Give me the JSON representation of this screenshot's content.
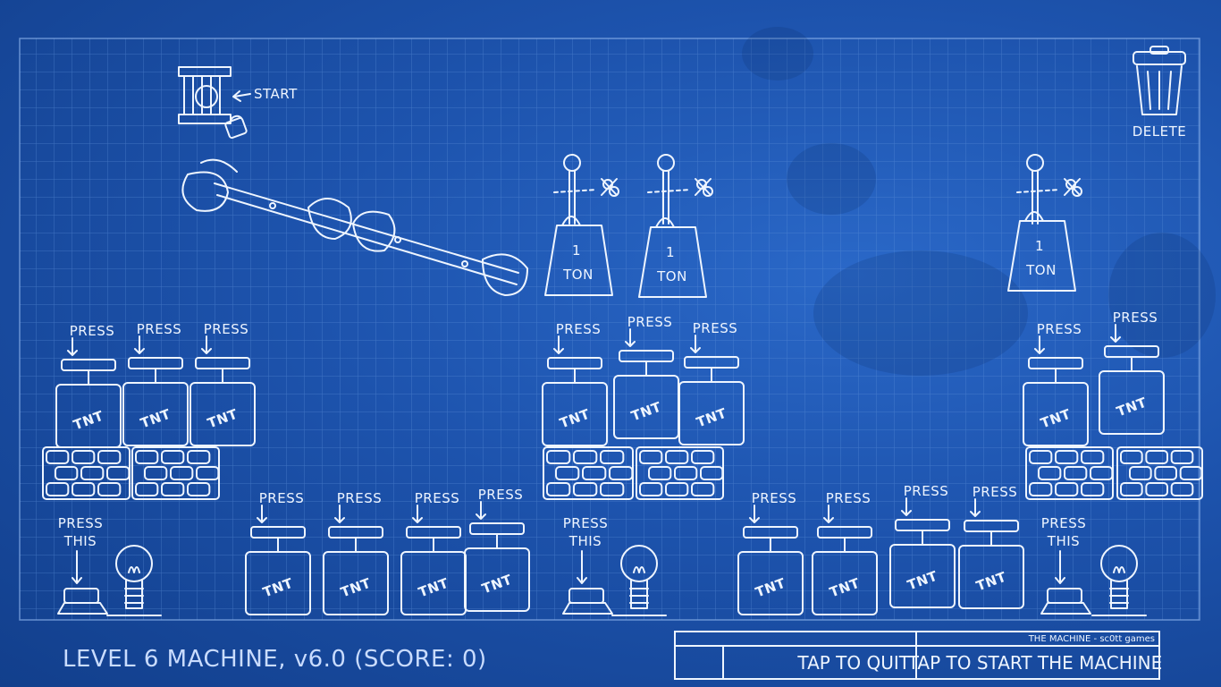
{
  "game": {
    "level_label": "LEVEL 6 MACHINE, v6.0 (SCORE: 0)",
    "credits": "THE MACHINE - sc0tt games",
    "quit_button": "TAP TO QUIT",
    "start_button": "TAP TO START THE MACHINE",
    "delete_label": "DELETE",
    "start_label": "START",
    "press_label": "PRESS",
    "press_this_line1": "PRESS",
    "press_this_line2": "THIS",
    "tnt_label": "TNT",
    "weight_top": "1",
    "weight_bottom": "TON",
    "score": 0
  },
  "colors": {
    "background": "#1d53ad",
    "line": "#eef5ff",
    "grid": "#5d8fd8"
  },
  "icons": [
    "trash-can-icon",
    "cage-icon",
    "lock-icon",
    "scissors-icon",
    "light-bulb-icon",
    "plunger-icon"
  ]
}
